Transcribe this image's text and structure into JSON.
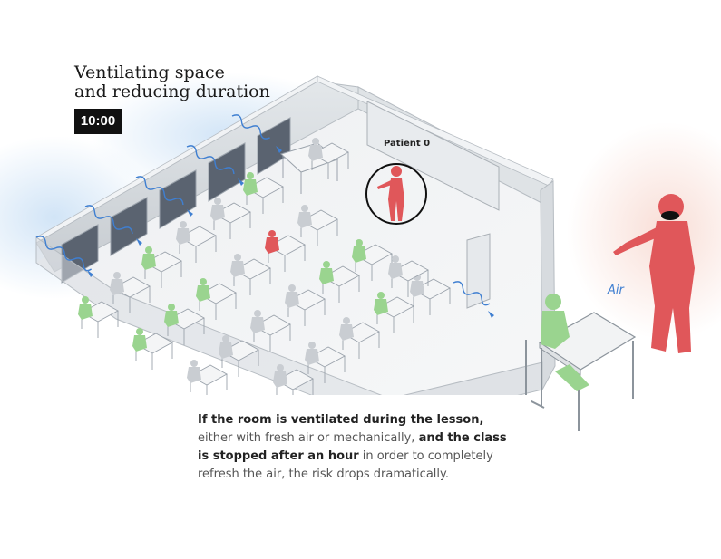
{
  "title": {
    "line1": "Ventilating space",
    "line2": "and reducing duration"
  },
  "timer": "10:00",
  "labels": {
    "patient": "Patient 0",
    "air": "Air"
  },
  "caption": {
    "part1_bold": "If the room is ventilated during the lesson,",
    "part2": " either with fresh air or mechanically, ",
    "part3_bold": "and the class is stopped after an hour",
    "part4": " in order to completely refresh the air, the risk drops dramatically."
  },
  "colors": {
    "infected": "#e0575a",
    "healthy": "#9ad48f",
    "neutral": "#c9cdd2",
    "air": "#3f7fd1",
    "glow_blue": "#cfe3f6",
    "glow_red": "#f8dcd4"
  }
}
